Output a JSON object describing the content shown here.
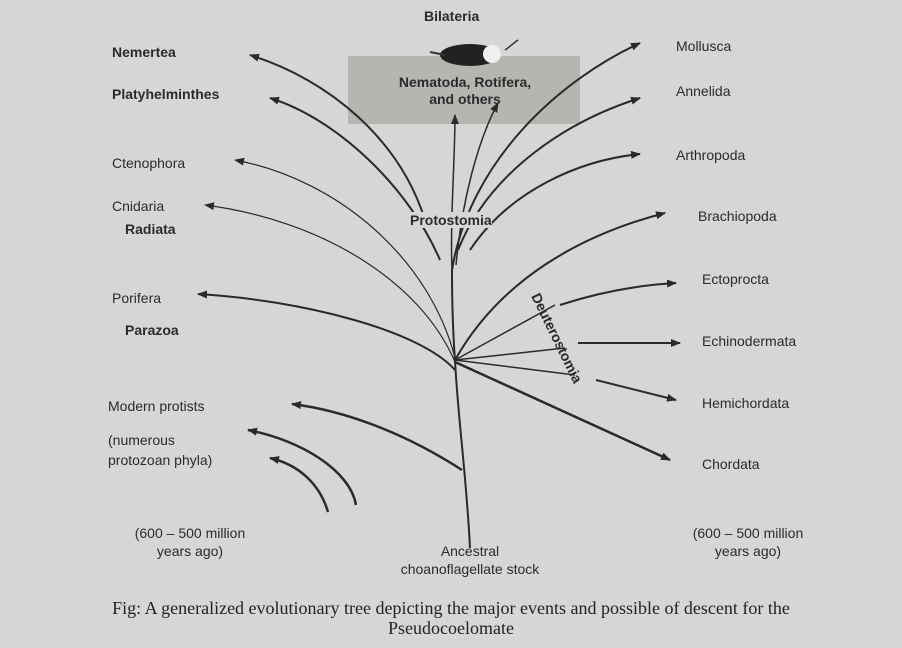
{
  "groups": {
    "bilateria": "Bilateria",
    "protostomia": "Protostomia",
    "deuterostomia": "Deuterostomia",
    "radiata": "Radiata",
    "parazoa": "Parazoa"
  },
  "left_taxa": {
    "nemertea": "Nemertea",
    "platyhelminthes": "Platyhelminthes",
    "ctenophora": "Ctenophora",
    "cnidaria": "Cnidaria",
    "porifera": "Porifera",
    "modern_protists": "Modern protists",
    "protozoa_line1": "(numerous",
    "protozoa_line2": "protozoan phyla)"
  },
  "center": {
    "nematoda_line1": "Nematoda, Rotifera,",
    "nematoda_line2": "and others",
    "root_line1": "Ancestral",
    "root_line2": "choanoflagellate stock"
  },
  "right_taxa": {
    "mollusca": "Mollusca",
    "annelida": "Annelida",
    "arthropoda": "Arthropoda",
    "brachiopoda": "Brachiopoda",
    "ectoprocta": "Ectoprocta",
    "echinodermata": "Echinodermata",
    "hemichordata": "Hemichordata",
    "chordata": "Chordata"
  },
  "time_left": {
    "line1": "(600 – 500 million",
    "line2": "years ago)"
  },
  "time_right": {
    "line1": "(600 – 500 million",
    "line2": "years ago)"
  },
  "caption": {
    "line1": "Fig: A generalized evolutionary tree depicting the major events and possible of descent for the",
    "line2": "Pseudocoelomate"
  }
}
